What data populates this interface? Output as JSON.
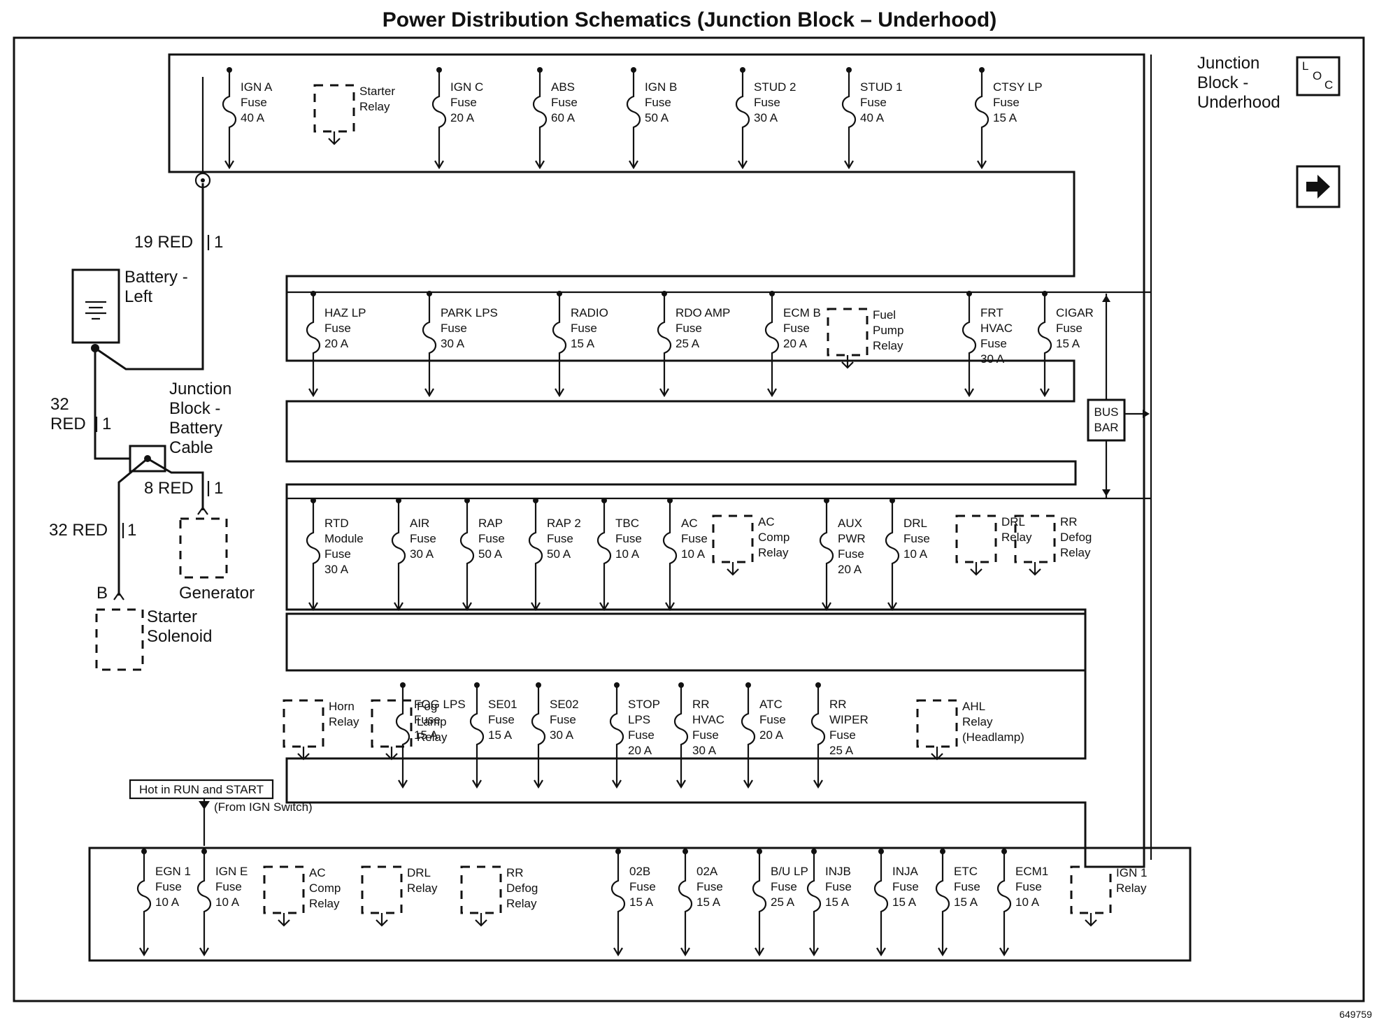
{
  "title": "Power Distribution Schematics (Junction Block – Underhood)",
  "figure_id": "649759",
  "loc_box": {
    "main": "Junction Block - Underhood",
    "icon": "L O C"
  },
  "wires": {
    "battery_wire": {
      "label": "19 RED",
      "pin": "1"
    },
    "cable_wire": {
      "label": "32 RED",
      "pin": "1"
    },
    "generator_wire": {
      "label": "8 RED",
      "pin": "1"
    },
    "starter_wire": {
      "label": "32 RED",
      "pin": "1"
    }
  },
  "components": {
    "battery": "Battery - Left",
    "jb_cable": "Junction Block - Battery Cable",
    "generator": "Generator",
    "starter": "Starter Solenoid",
    "starter_pin": "B",
    "bus_bar": "BUS BAR",
    "hot_run_start": "Hot in RUN and START",
    "from_ign": "(From IGN Switch)"
  },
  "rows": [
    [
      {
        "kind": "fuse",
        "lines": [
          "IGN A",
          "Fuse",
          "40 A"
        ]
      },
      {
        "kind": "relay",
        "lines": [
          "Starter",
          "Relay"
        ]
      },
      {
        "kind": "fuse",
        "lines": [
          "IGN C",
          "Fuse",
          "20 A"
        ]
      },
      {
        "kind": "fuse",
        "lines": [
          "ABS",
          "Fuse",
          "60 A"
        ]
      },
      {
        "kind": "fuse",
        "lines": [
          "IGN B",
          "Fuse",
          "50 A"
        ]
      },
      {
        "kind": "fuse",
        "lines": [
          "STUD 2",
          "Fuse",
          "30 A"
        ]
      },
      {
        "kind": "fuse",
        "lines": [
          "STUD 1",
          "Fuse",
          "40 A"
        ]
      },
      {
        "kind": "fuse",
        "lines": [
          "CTSY LP",
          "Fuse",
          "15 A"
        ]
      }
    ],
    [
      {
        "kind": "fuse",
        "lines": [
          "HAZ LP",
          "Fuse",
          "20 A"
        ]
      },
      {
        "kind": "fuse",
        "lines": [
          "PARK LPS",
          "Fuse",
          "30 A"
        ]
      },
      {
        "kind": "fuse",
        "lines": [
          "RADIO",
          "Fuse",
          "15 A"
        ]
      },
      {
        "kind": "fuse",
        "lines": [
          "RDO AMP",
          "Fuse",
          "25 A"
        ]
      },
      {
        "kind": "fuse",
        "lines": [
          "ECM B",
          "Fuse",
          "20 A"
        ]
      },
      {
        "kind": "relay",
        "lines": [
          "Fuel",
          "Pump",
          "Relay"
        ]
      },
      {
        "kind": "fuse",
        "lines": [
          "FRT",
          "HVAC",
          "Fuse",
          "30 A"
        ]
      },
      {
        "kind": "fuse",
        "lines": [
          "CIGAR",
          "Fuse",
          "15 A"
        ]
      }
    ],
    [
      {
        "kind": "fuse",
        "lines": [
          "RTD",
          "Module",
          "Fuse",
          "30 A"
        ]
      },
      {
        "kind": "fuse",
        "lines": [
          "AIR",
          "Fuse",
          "30 A"
        ]
      },
      {
        "kind": "fuse",
        "lines": [
          "RAP",
          "Fuse",
          "50 A"
        ]
      },
      {
        "kind": "fuse",
        "lines": [
          "RAP 2",
          "Fuse",
          "50 A"
        ]
      },
      {
        "kind": "fuse",
        "lines": [
          "TBC",
          "Fuse",
          "10 A"
        ]
      },
      {
        "kind": "fuse",
        "lines": [
          "AC",
          "Fuse",
          "10 A"
        ]
      },
      {
        "kind": "relay",
        "lines": [
          "AC",
          "Comp",
          "Relay"
        ]
      },
      {
        "kind": "fuse",
        "lines": [
          "AUX",
          "PWR",
          "Fuse",
          "20 A"
        ]
      },
      {
        "kind": "fuse",
        "lines": [
          "DRL",
          "Fuse",
          "10 A"
        ]
      },
      {
        "kind": "relay",
        "lines": [
          "DRL",
          "Relay"
        ]
      },
      {
        "kind": "relay",
        "lines": [
          "RR",
          "Defog",
          "Relay"
        ]
      }
    ],
    [
      {
        "kind": "relay",
        "lines": [
          "Horn",
          "Relay"
        ]
      },
      {
        "kind": "fuse",
        "lines": [
          "FOG LPS",
          "Fuse",
          "15 A"
        ]
      },
      {
        "kind": "relay",
        "lines": [
          "Fog",
          "Lamp",
          "Relay"
        ]
      },
      {
        "kind": "fuse",
        "lines": [
          "SE01",
          "Fuse",
          "15 A"
        ]
      },
      {
        "kind": "fuse",
        "lines": [
          "SE02",
          "Fuse",
          "30 A"
        ]
      },
      {
        "kind": "fuse",
        "lines": [
          "STOP",
          "LPS",
          "Fuse",
          "20 A"
        ]
      },
      {
        "kind": "fuse",
        "lines": [
          "RR",
          "HVAC",
          "Fuse",
          "30 A"
        ]
      },
      {
        "kind": "fuse",
        "lines": [
          "ATC",
          "Fuse",
          "20 A"
        ]
      },
      {
        "kind": "fuse",
        "lines": [
          "RR",
          "WIPER",
          "Fuse",
          "25 A"
        ]
      },
      {
        "kind": "relay",
        "lines": [
          "AHL",
          "Relay",
          "(Headlamp)"
        ]
      }
    ],
    [
      {
        "kind": "fuse",
        "lines": [
          "EGN 1",
          "Fuse",
          "10 A"
        ]
      },
      {
        "kind": "fuse",
        "lines": [
          "IGN E",
          "Fuse",
          "10 A"
        ]
      },
      {
        "kind": "relay",
        "lines": [
          "AC",
          "Comp",
          "Relay"
        ]
      },
      {
        "kind": "relay",
        "lines": [
          "DRL",
          "Relay"
        ]
      },
      {
        "kind": "relay",
        "lines": [
          "RR",
          "Defog",
          "Relay"
        ]
      },
      {
        "kind": "fuse",
        "lines": [
          "02B",
          "Fuse",
          "15 A"
        ]
      },
      {
        "kind": "fuse",
        "lines": [
          "02A",
          "Fuse",
          "15 A"
        ]
      },
      {
        "kind": "fuse",
        "lines": [
          "B/U LP",
          "Fuse",
          "25 A"
        ]
      },
      {
        "kind": "fuse",
        "lines": [
          "INJB",
          "Fuse",
          "15 A"
        ]
      },
      {
        "kind": "fuse",
        "lines": [
          "INJA",
          "Fuse",
          "15 A"
        ]
      },
      {
        "kind": "fuse",
        "lines": [
          "ETC",
          "Fuse",
          "15 A"
        ]
      },
      {
        "kind": "fuse",
        "lines": [
          "ECM1",
          "Fuse",
          "10 A"
        ]
      },
      {
        "kind": "relay",
        "lines": [
          "IGN 1",
          "Relay"
        ]
      }
    ]
  ]
}
